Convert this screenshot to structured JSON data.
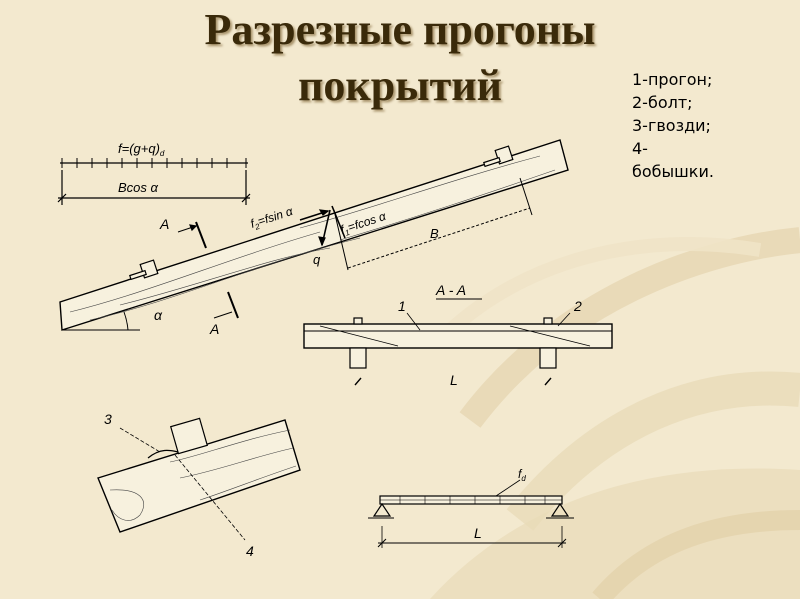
{
  "slide": {
    "title_line1": "Разрезные прогоны",
    "title_line2": "покрытий"
  },
  "legend": {
    "items": [
      "1-прогон;",
      "2-болт;",
      "3-гвозди;",
      "4-\nбобышки."
    ]
  },
  "labels": {
    "load": "f=(g+q)",
    "load_sub": "d",
    "span_cos": "Bcos α",
    "section_a_top": "A",
    "section_a_bottom": "A",
    "angle": "α",
    "f2": "f",
    "f2_sub": "2",
    "f2_rest": "=fsin α",
    "f1": "f",
    "f1_sub": "1",
    "f1_rest": "=fcos α",
    "q": "q",
    "span_b": "B",
    "section_title": "A - A",
    "callout_1": "1",
    "callout_2": "2",
    "span_l_section": "L",
    "callout_3": "3",
    "callout_4": "4",
    "beam_load": "f",
    "beam_load_sub": "d",
    "span_l_beam": "L"
  },
  "colors": {
    "background": "#f3e9cf",
    "wave": "#e6d6b2",
    "title": "#3a2a0a",
    "line": "#000000"
  }
}
